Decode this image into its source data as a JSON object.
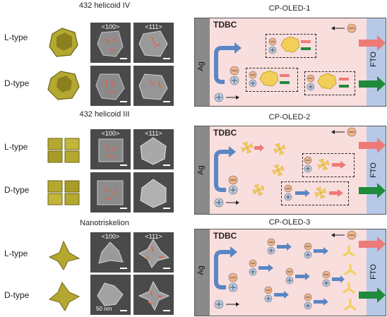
{
  "left": {
    "sections": [
      {
        "title": "432 helicoid IV",
        "views": [
          "<100>",
          "<111>"
        ],
        "rows": [
          "L-type",
          "D-type"
        ]
      },
      {
        "title": "432 helicoid III",
        "views": [
          "<100>",
          "<111>"
        ],
        "rows": [
          "L-type",
          "D-type"
        ]
      },
      {
        "title": "Nanotriskelion",
        "views": [
          "<100>",
          "<111>"
        ],
        "rows": [
          "L-type",
          "D-type"
        ]
      }
    ],
    "scale_label": "50 nm"
  },
  "right": {
    "panels": [
      {
        "title": "CP-OLED-1",
        "layer": "TDBC",
        "left_electrode": "Ag",
        "right_electrode": "FTO"
      },
      {
        "title": "CP-OLED-2",
        "layer": "TDBC",
        "left_electrode": "Ag",
        "right_electrode": "FTO"
      },
      {
        "title": "CP-OLED-3",
        "layer": "TDBC",
        "left_electrode": "Ag",
        "right_electrode": "FTO"
      }
    ]
  },
  "colors": {
    "panel_bg": "#f9dede",
    "ag": "#8a8a8a",
    "fto": "#b8c9e8",
    "electron": "#f2b48a",
    "hole": "#b8cbe8",
    "arrow_red": "#ee7a78",
    "arrow_green": "#1e8a3a",
    "arrow_blue": "#5a86c4",
    "particle_gold": "#b5a830",
    "emitter": "#f2cf5b"
  },
  "icons": [
    "electron-icon",
    "hole-icon",
    "nanoparticle-icon",
    "pinwheel-icon",
    "triskelion-icon",
    "emission-arrow-icon"
  ]
}
